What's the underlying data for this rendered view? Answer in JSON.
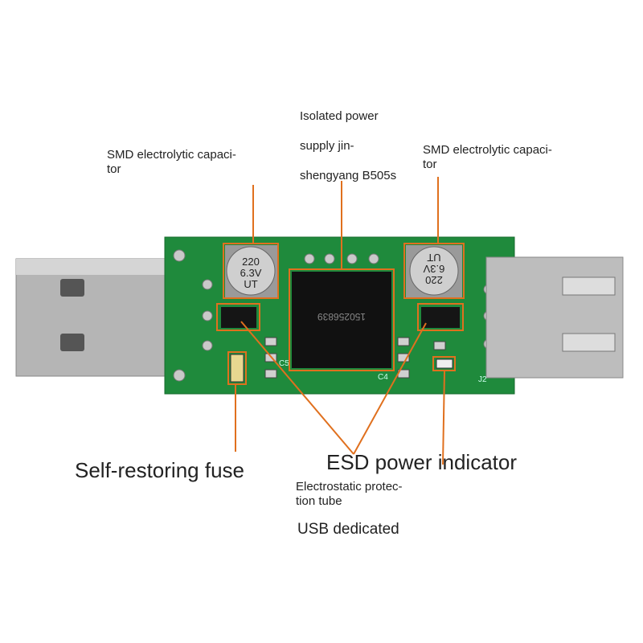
{
  "labels": {
    "cap_left": [
      "SMD electrolytic capaci-",
      "tor"
    ],
    "isolated": [
      "Isolated power",
      "supply jin-",
      "shengyang B505s"
    ],
    "cap_right": [
      "SMD electrolytic capaci-",
      "tor"
    ],
    "fuse": "Self-restoring fuse",
    "esd": "ESD power indicator",
    "esd_tube": [
      "Electrostatic protec-",
      "tion tube"
    ],
    "usb": "USB dedicated"
  },
  "board_markings": {
    "cap_left": [
      "220",
      "6.3V",
      "UT"
    ],
    "cap_right": [
      "220",
      "6.3V",
      "UT"
    ],
    "chip": "150256839",
    "connector": "J2",
    "c5": "C5",
    "c4": "C4"
  },
  "colors": {
    "annotation": "#e0701e",
    "pcb": "#1f8a3c",
    "chip": "#111111",
    "metal": "#b8b8b8"
  }
}
